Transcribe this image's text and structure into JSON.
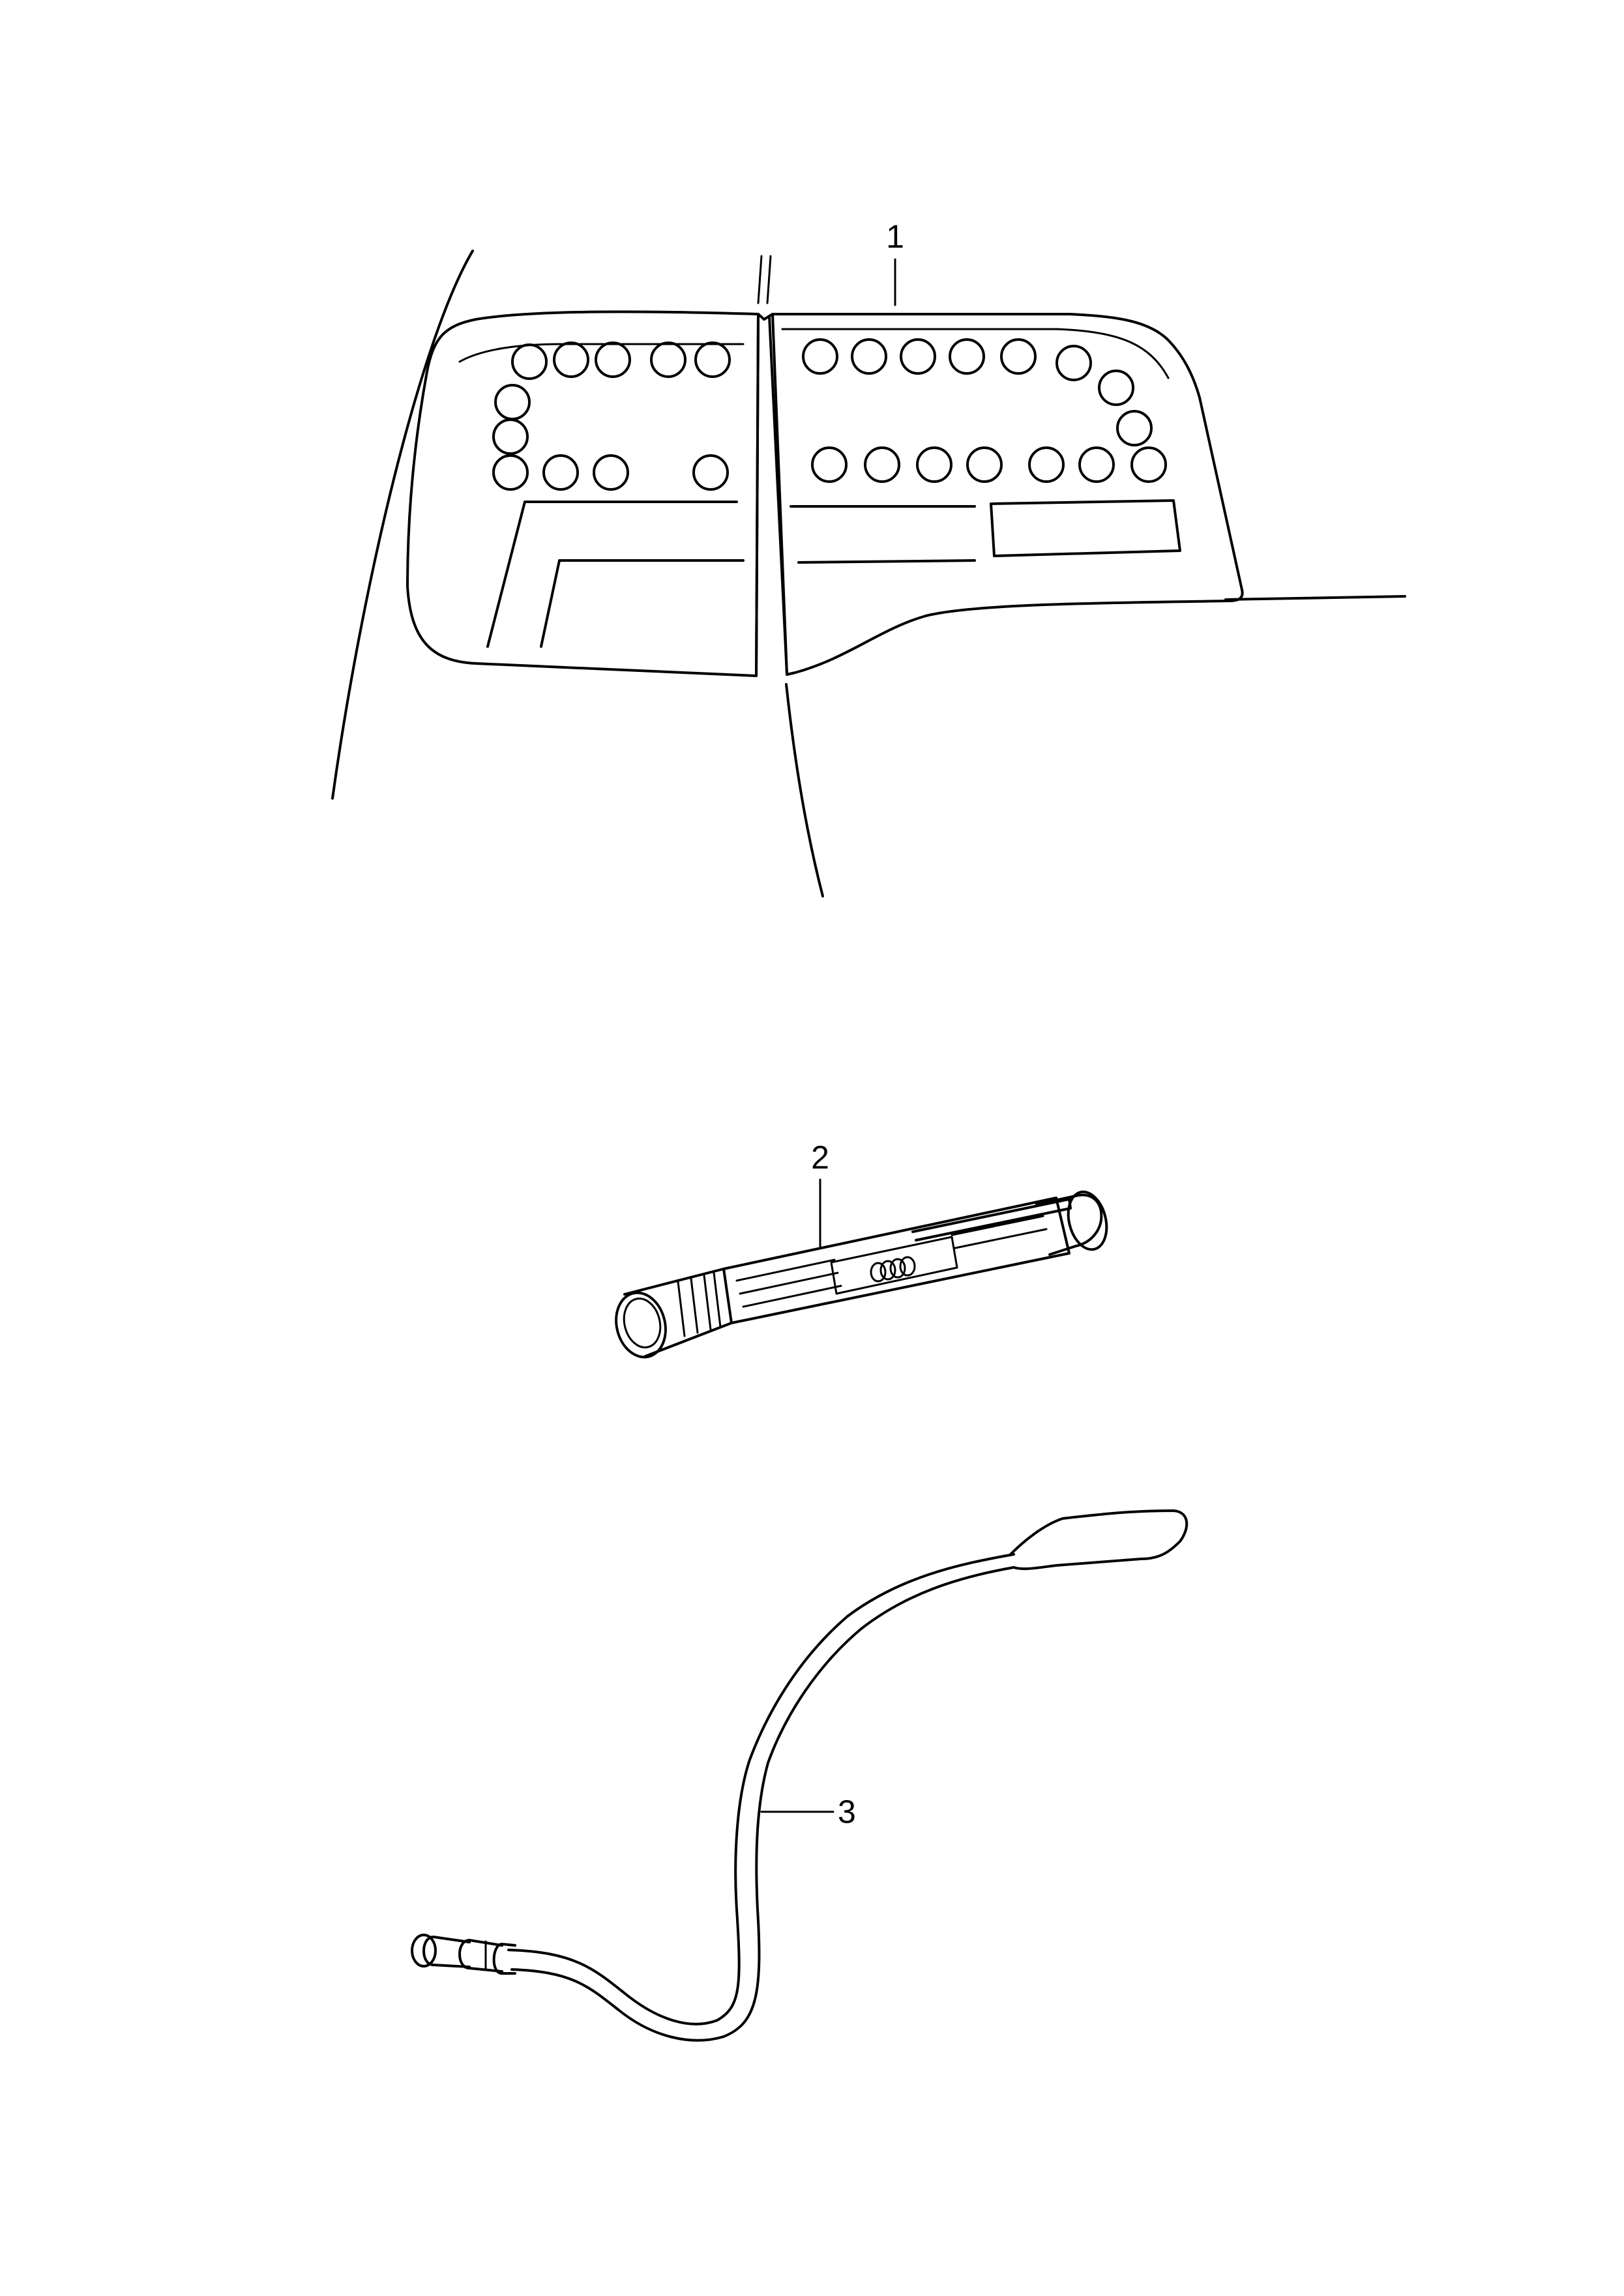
{
  "diagram": {
    "callouts": [
      {
        "id": "1",
        "label": "1"
      },
      {
        "id": "2",
        "label": "2"
      },
      {
        "id": "3",
        "label": "3"
      }
    ],
    "colors": {
      "stroke": "#000000",
      "background": "#ffffff"
    },
    "parts": {
      "taillight": {
        "callout": "1"
      },
      "flashlight": {
        "callout": "2"
      },
      "flex-lamp": {
        "callout": "3"
      }
    }
  }
}
